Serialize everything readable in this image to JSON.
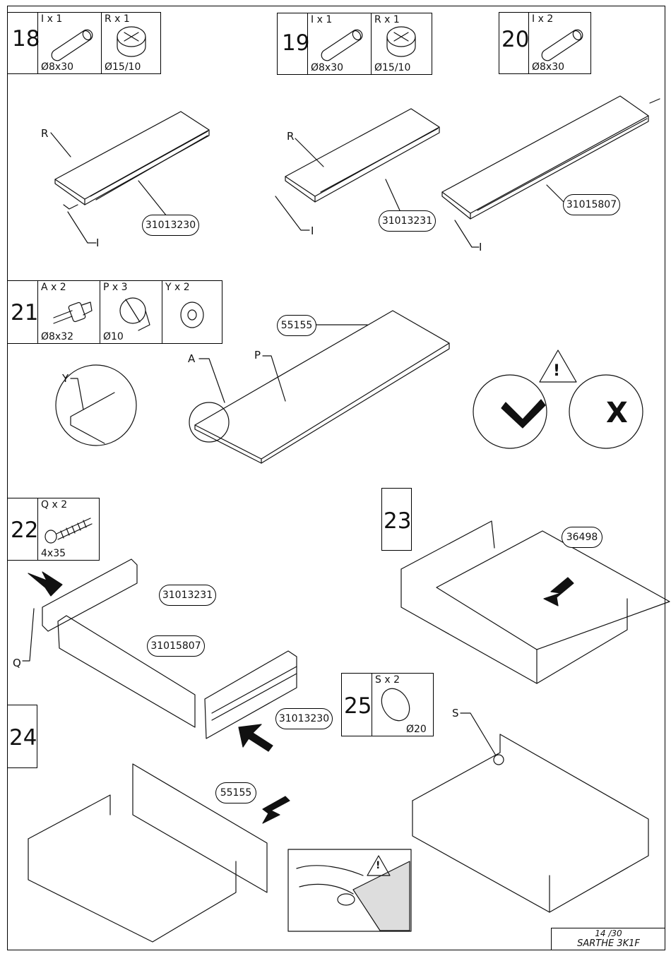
{
  "steps": {
    "s18": {
      "num": "18",
      "parts": [
        {
          "qty": "I x 1",
          "dim": "Ø8x30"
        },
        {
          "qty": "R x 1",
          "dim": "Ø15/10"
        }
      ]
    },
    "s19": {
      "num": "19",
      "parts": [
        {
          "qty": "I x 1",
          "dim": "Ø8x30"
        },
        {
          "qty": "R x 1",
          "dim": "Ø15/10"
        }
      ]
    },
    "s20": {
      "num": "20",
      "parts": [
        {
          "qty": "I x 2",
          "dim": "Ø8x30"
        }
      ]
    },
    "s21": {
      "num": "21",
      "parts": [
        {
          "qty": "A x 2",
          "dim": "Ø8x32"
        },
        {
          "qty": "P x 3",
          "dim": "Ø10"
        },
        {
          "qty": "Y x 2",
          "dim": ""
        }
      ]
    },
    "s22": {
      "num": "22",
      "parts": [
        {
          "qty": "Q x 2",
          "dim": "4x35"
        }
      ]
    },
    "s23": {
      "num": "23"
    },
    "s24": {
      "num": "24"
    },
    "s25": {
      "num": "25",
      "parts": [
        {
          "qty": "S x 2",
          "dim": "Ø20"
        }
      ]
    }
  },
  "part_codes": {
    "p31013230_a": "31013230",
    "p31013231_a": "31013231",
    "p31015807_a": "31015807",
    "p55155_a": "55155",
    "p31013231_b": "31013231",
    "p31015807_b": "31015807",
    "p31013230_b": "31013230",
    "p36498": "36498",
    "p55155_b": "55155"
  },
  "letters": {
    "R": "R",
    "I": "I",
    "A": "A",
    "P": "P",
    "Y": "Y",
    "Q": "Q",
    "S": "S"
  },
  "warning_symbol": "!",
  "wrong_mark": "X",
  "footer": {
    "page": "14 /30",
    "model": "SARTHE 3K1F"
  }
}
